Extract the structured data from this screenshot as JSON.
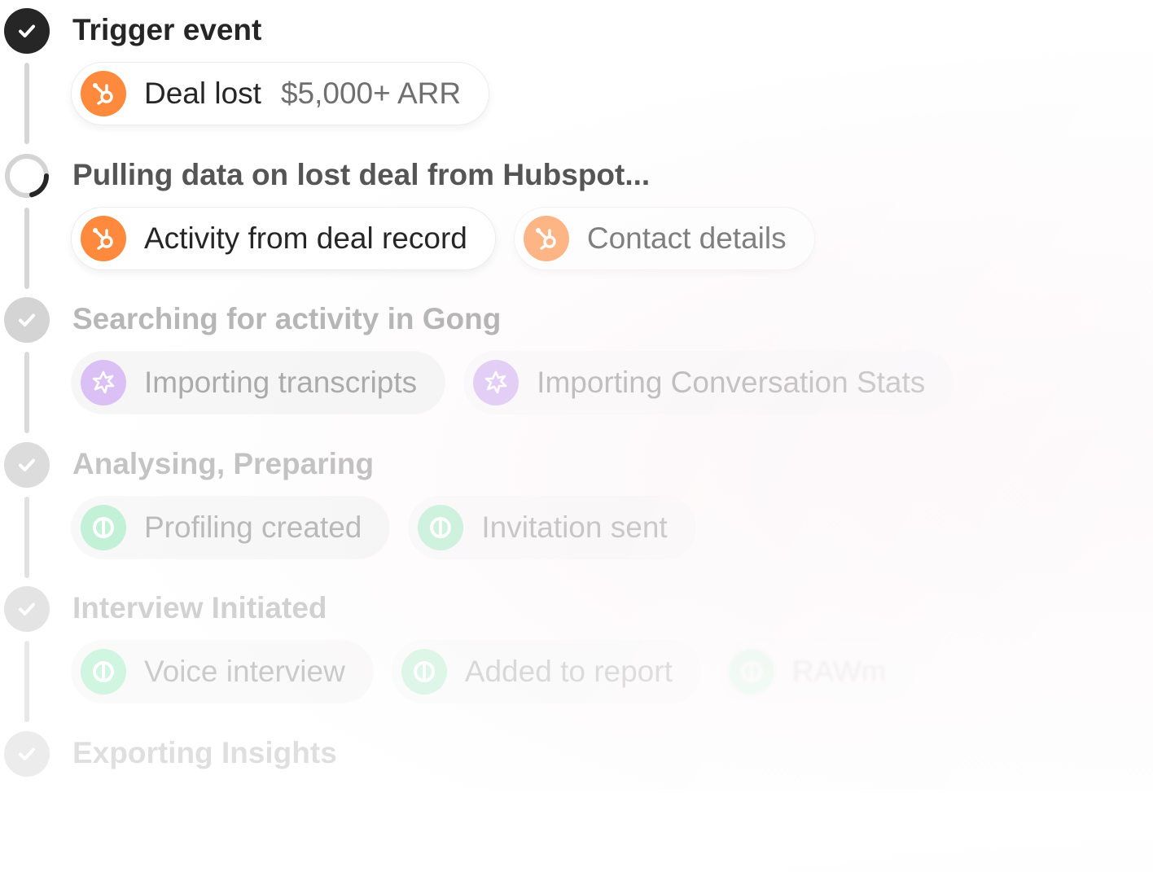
{
  "steps": [
    {
      "title": "Trigger event",
      "status": "done",
      "items": [
        {
          "label": "Deal lost",
          "value": "$5,000+ ARR",
          "icon": "hubspot-icon"
        }
      ]
    },
    {
      "title": "Pulling data on lost deal from Hubspot...",
      "status": "in-progress",
      "items": [
        {
          "label": "Activity from deal record",
          "icon": "hubspot-icon"
        },
        {
          "label": "Contact details",
          "icon": "hubspot-icon"
        }
      ]
    },
    {
      "title": "Searching for activity in Gong",
      "status": "done",
      "items": [
        {
          "label": "Importing transcripts",
          "icon": "gong-icon"
        },
        {
          "label": "Importing Conversation Stats",
          "icon": "gong-icon"
        }
      ]
    },
    {
      "title": "Analysing, Preparing",
      "status": "done",
      "items": [
        {
          "label": "Profiling created",
          "icon": "ovr-icon"
        },
        {
          "label": "Invitation sent",
          "icon": "ovr-icon"
        }
      ]
    },
    {
      "title": "Interview Initiated",
      "status": "done",
      "items": [
        {
          "label": "Voice interview",
          "icon": "ovr-icon"
        },
        {
          "label": "Added to report",
          "icon": "ovr-icon"
        },
        {
          "label": "RAWm",
          "icon": "ovr-icon"
        }
      ]
    },
    {
      "title": "Exporting Insights",
      "status": "done",
      "items": []
    }
  ],
  "colors": {
    "hubspot": "#ff8a3d",
    "gong": "#a86be8",
    "ovr": "#4fd98c",
    "step_done_dark": "#262626",
    "step_done_light": "#d9d9d9",
    "text_dark": "#262626",
    "text_muted": "#bdbdbd"
  }
}
